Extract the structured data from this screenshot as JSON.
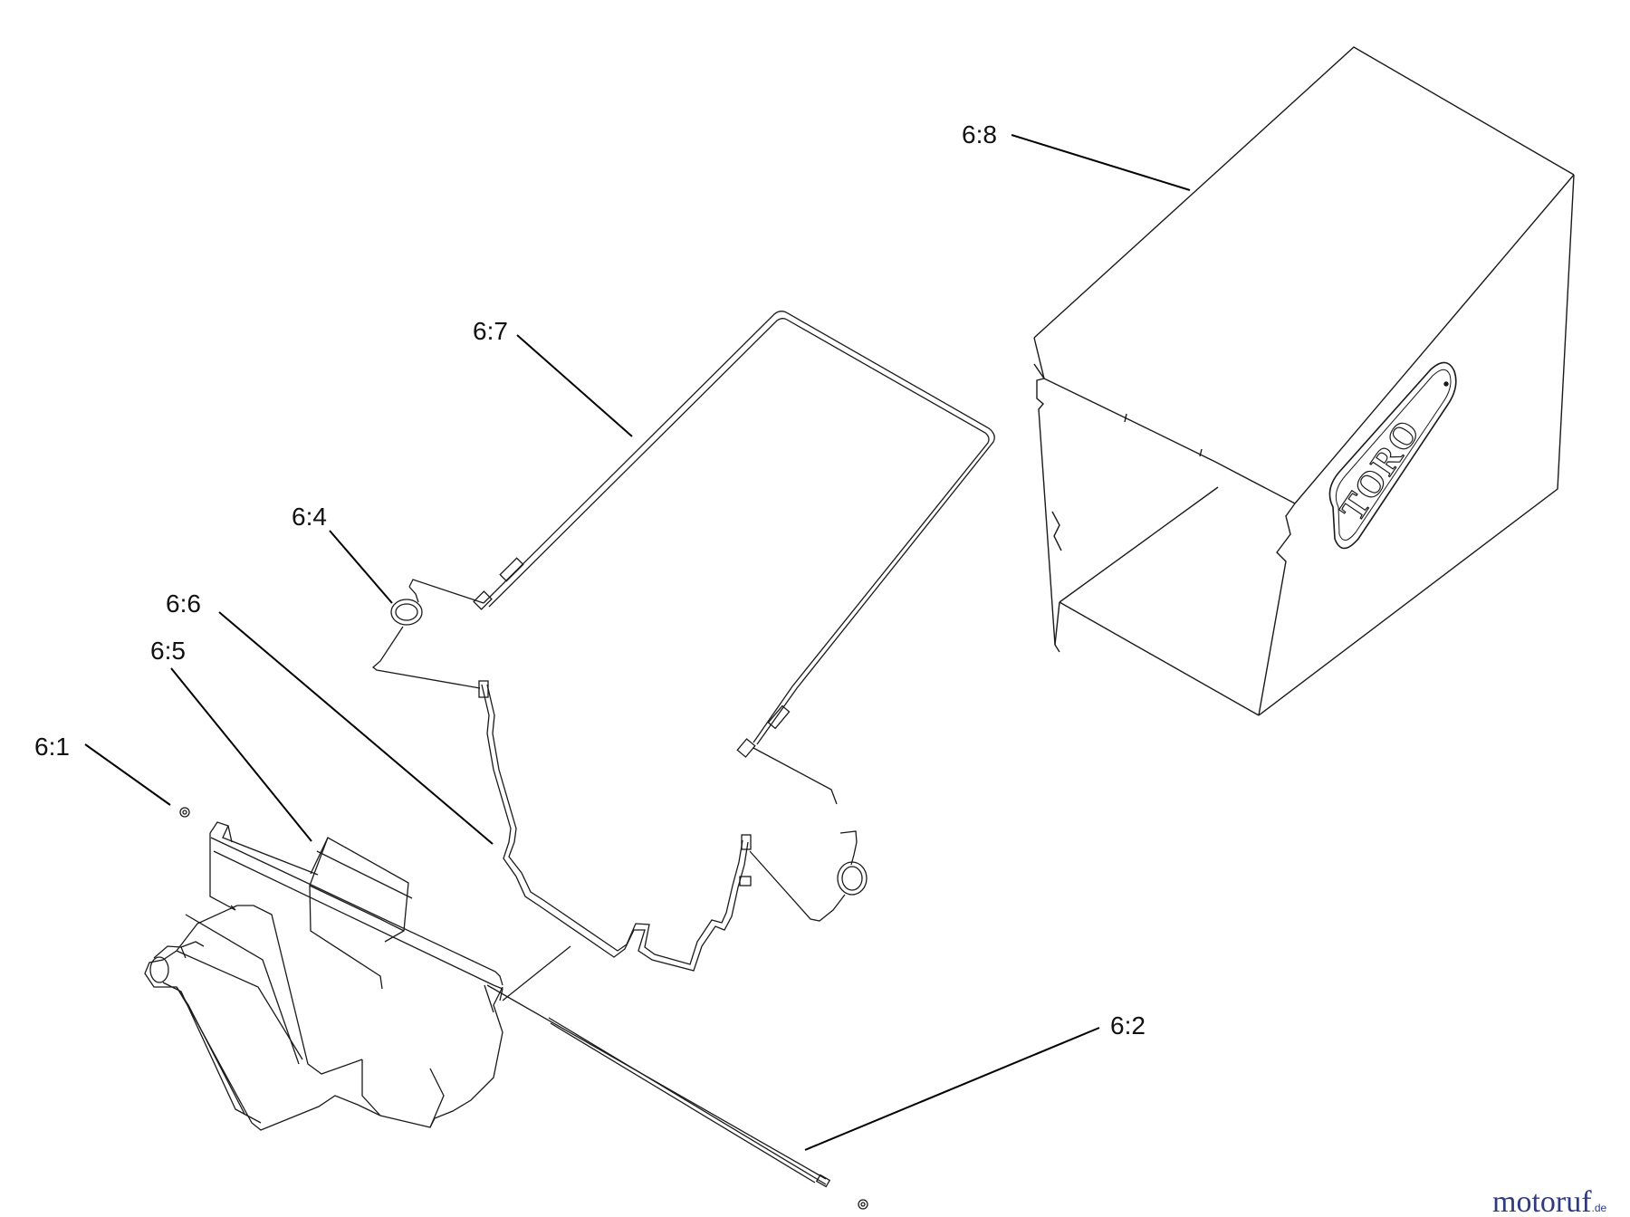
{
  "callouts": [
    {
      "id": "6-1",
      "label": "6:1"
    },
    {
      "id": "6-2",
      "label": "6:2"
    },
    {
      "id": "6-4",
      "label": "6:4"
    },
    {
      "id": "6-5",
      "label": "6:5"
    },
    {
      "id": "6-6",
      "label": "6:6"
    },
    {
      "id": "6-7",
      "label": "6:7"
    },
    {
      "id": "6-8",
      "label": "6:8"
    }
  ],
  "bag_logo": "TORO",
  "watermark": {
    "text_main": "motoruf",
    "text_tld": ".de",
    "color_main": "#2e3b80",
    "color_accent": "#c8961e"
  },
  "colors": {
    "line": "#1a1a1a",
    "leader": "#000000",
    "background": "#ffffff"
  }
}
